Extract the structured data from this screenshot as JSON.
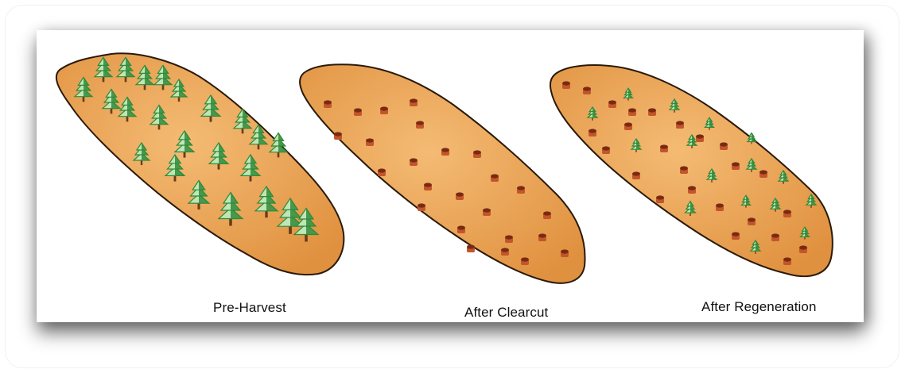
{
  "panels": [
    {
      "id": "pre-harvest",
      "label": "Pre-Harvest"
    },
    {
      "id": "after-clearcut",
      "label": "After Clearcut"
    },
    {
      "id": "after-regeneration",
      "label": "After Regeneration"
    }
  ],
  "colors": {
    "ground": "#e59a4c",
    "ground_light": "#f2b56b",
    "outline": "#2a1a0a",
    "tree_dark": "#2f8a3a",
    "tree_light": "#bfe6b6",
    "trunk": "#6b3c1a",
    "stump_top": "#7a2a12",
    "stump_side": "#c2562a"
  }
}
